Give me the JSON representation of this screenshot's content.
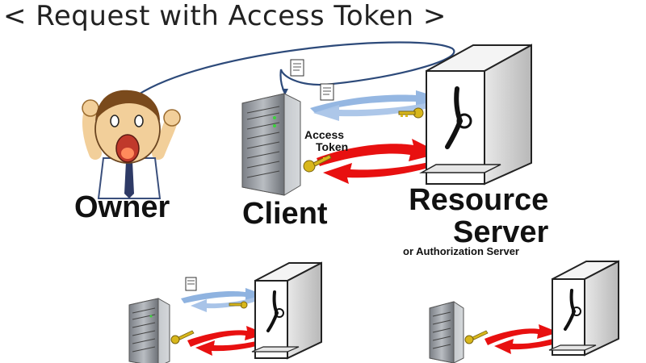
{
  "title": "< Request with Access Token >",
  "labels": {
    "owner": "Owner",
    "client": "Client",
    "resource_line1": "Resource",
    "resource_line2": "Server",
    "resource_sub": "or Authorization Server",
    "token_line1": "Access",
    "token_line2": "Token"
  },
  "colors": {
    "request_arrow": "#e81010",
    "response_arrow": "#8fb3e0",
    "owner_line": "#2d4a7a",
    "key": "#d8b71b",
    "server_gray": "#8a8e94",
    "safe_outline": "#222222"
  },
  "icons": [
    "owner-person-icon",
    "client-server-icon",
    "resource-safe-icon",
    "key-icon",
    "document-icon"
  ]
}
